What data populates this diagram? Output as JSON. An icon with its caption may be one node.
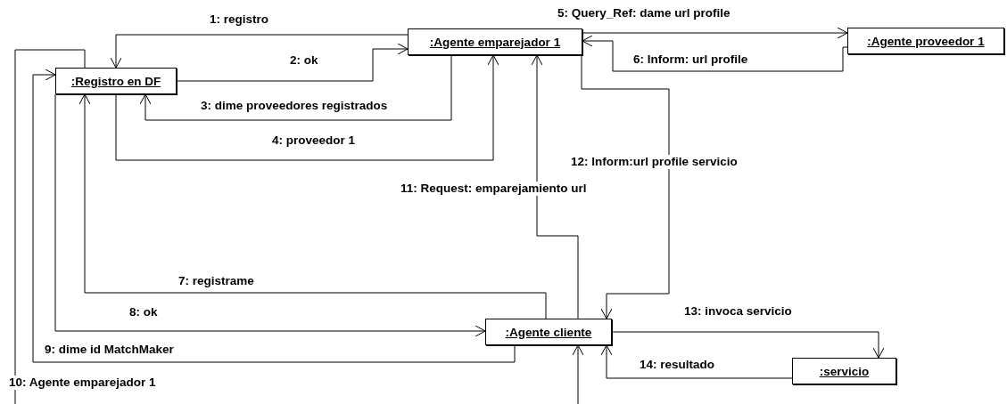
{
  "diagram": {
    "nodes": [
      {
        "text": [
          ":Registro en DF"
        ]
      },
      {
        "text": [
          ":Agente emparejador 1"
        ]
      },
      {
        "text": [
          ":Agente proveedor 1"
        ]
      },
      {
        "text": [
          ":Agente cliente"
        ]
      },
      {
        "text": [
          ":servicio"
        ]
      }
    ],
    "edges": [
      {
        "from": 1,
        "to": 0,
        "arrow": "to",
        "label": "1: registro"
      },
      {
        "from": 0,
        "to": 1,
        "arrow": "to",
        "label": "2: ok"
      },
      {
        "from": 1,
        "to": 0,
        "arrow": "to",
        "label": "3: dime proveedores registrados"
      },
      {
        "from": 0,
        "to": 1,
        "arrow": "to",
        "label": "4: proveedor 1"
      },
      {
        "from": 1,
        "to": 2,
        "arrow": "to",
        "label": "5: Query_Ref: dame url profile"
      },
      {
        "from": 2,
        "to": 1,
        "arrow": "to",
        "label": "6: Inform: url profile"
      },
      {
        "from": 3,
        "to": 0,
        "arrow": "to",
        "label": "7: registrame"
      },
      {
        "from": 0,
        "to": 3,
        "arrow": "to",
        "label": "8: ok"
      },
      {
        "from": 3,
        "to": 0,
        "arrow": "to",
        "label": "9: dime id  MatchMaker"
      },
      {
        "from": 0,
        "to": null,
        "arrow": "none",
        "label": "10: Agente emparejador 1"
      },
      {
        "from": 3,
        "to": 1,
        "arrow": "to",
        "label": "11: Request: emparejamiento url"
      },
      {
        "from": 1,
        "to": 3,
        "arrow": "to",
        "label": "12: Inform:url profile servicio"
      },
      {
        "from": 3,
        "to": 4,
        "arrow": "to",
        "label": "13: invoca servicio"
      },
      {
        "from": 4,
        "to": 3,
        "arrow": "to",
        "label": "14: resultado"
      },
      {
        "from": null,
        "to": 3,
        "arrow": "to"
      }
    ]
  }
}
